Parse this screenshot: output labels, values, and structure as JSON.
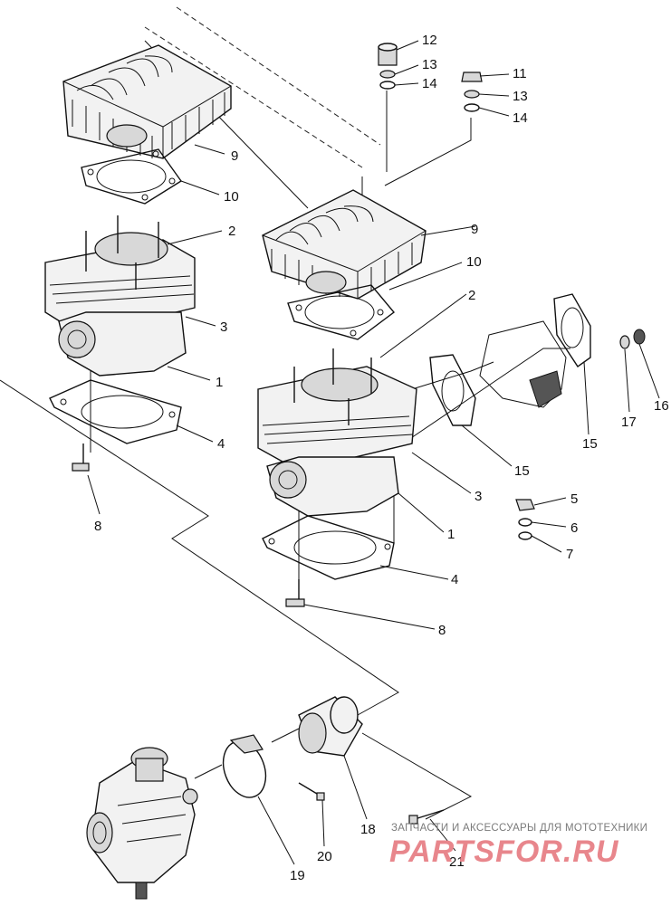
{
  "callouts": {
    "c12": "12",
    "c13a": "13",
    "c14a": "14",
    "c11": "11",
    "c13b": "13",
    "c14b": "14",
    "c9a": "9",
    "c10a": "10",
    "c2a": "2",
    "c3a": "3",
    "c1a": "1",
    "c4a": "4",
    "c8a": "8",
    "c9b": "9",
    "c10b": "10",
    "c2b": "2",
    "c15a": "15",
    "c15b": "15",
    "c16": "16",
    "c17": "17",
    "c3b": "3",
    "c1b": "1",
    "c5": "5",
    "c6": "6",
    "c7": "7",
    "c4b": "4",
    "c8b": "8",
    "c18": "18",
    "c19": "19",
    "c20": "20",
    "c21": "21"
  },
  "watermark": {
    "caption": "ЗАПЧАСТИ И АКСЕССУАРЫ ДЛЯ МОТОТЕХНИКИ",
    "logo": "PARTSFOR.RU",
    "logo_color": "#e8868c"
  }
}
